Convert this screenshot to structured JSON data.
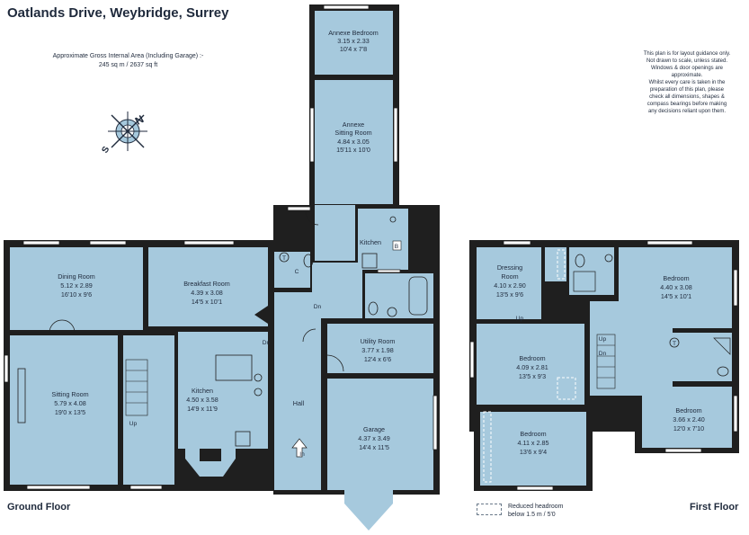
{
  "title": "Oatlands Drive, Weybridge, Surrey",
  "area": {
    "line1": "Approximate Gross Internal Area (Including Garage) :-",
    "line2": "245 sq m / 2637 sq ft"
  },
  "disclaimer": [
    "This plan is for layout guidance only.",
    "Not drawn to scale, unless stated.",
    "Windows & door openings are",
    "approximate.",
    "Whilst every care is taken in the",
    "preparation of this plan, please",
    "check all dimensions, shapes &",
    "compass bearings before making",
    "any decisions reliant upon them."
  ],
  "compass": {
    "n": "N",
    "s": "S"
  },
  "floors": {
    "ground": "Ground Floor",
    "first": "First Floor"
  },
  "legend": {
    "line1": "Reduced headroom",
    "line2": "below 1.5 m / 5'0"
  },
  "ground_rooms": {
    "annexe_bedroom": {
      "name": "Annexe Bedroom",
      "metric": "3.15 x 2.33",
      "imperial": "10'4 x 7'8"
    },
    "annexe_sitting": {
      "name": "Annexe",
      "name2": "Sitting Room",
      "metric": "4.84 x 3.05",
      "imperial": "15'11 x 10'0"
    },
    "dining": {
      "name": "Dining Room",
      "metric": "5.12 x 2.89",
      "imperial": "16'10 x 9'6"
    },
    "breakfast": {
      "name": "Breakfast Room",
      "metric": "4.39 x 3.08",
      "imperial": "14'5 x 10'1"
    },
    "sitting": {
      "name": "Sitting Room",
      "metric": "5.79 x 4.08",
      "imperial": "19'0 x 13'5"
    },
    "kitchen": {
      "name": "Kitchen",
      "metric": "4.50 x 3.58",
      "imperial": "14'9 x 11'9"
    },
    "utility": {
      "name": "Utility Room",
      "metric": "3.77 x 1.98",
      "imperial": "12'4 x 6'6"
    },
    "garage": {
      "name": "Garage",
      "metric": "4.37 x 3.49",
      "imperial": "14'4 x 11'5"
    },
    "annexe_kitchen": {
      "name": "Kitchen"
    },
    "hall": {
      "name": "Hall"
    }
  },
  "first_rooms": {
    "dressing": {
      "name": "Dressing",
      "name2": "Room",
      "metric": "4.10 x 2.90",
      "imperial": "13'5 x 9'6"
    },
    "bedroom1": {
      "name": "Bedroom",
      "metric": "4.40 x 3.08",
      "imperial": "14'5 x 10'1"
    },
    "bedroom2": {
      "name": "Bedroom",
      "metric": "4.09 x 2.81",
      "imperial": "13'5 x 9'3"
    },
    "bedroom3": {
      "name": "Bedroom",
      "metric": "3.66 x 2.40",
      "imperial": "12'0 x 7'10"
    },
    "bedroom4": {
      "name": "Bedroom",
      "metric": "4.11 x 2.85",
      "imperial": "13'6 x 9'4"
    }
  },
  "markers": {
    "dn": "Dn",
    "up": "Up",
    "in": "In",
    "t": "T",
    "c": "C",
    "b": "B"
  }
}
